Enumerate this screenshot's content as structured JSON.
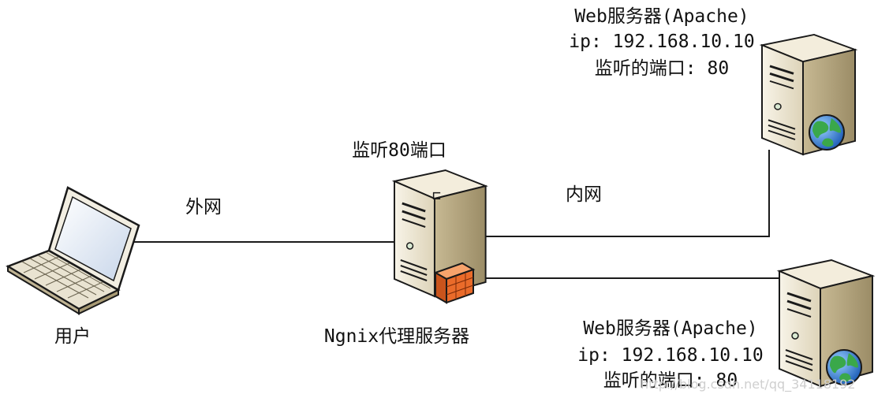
{
  "labels": {
    "user": "用户",
    "external_net": "外网",
    "internal_net": "内网",
    "proxy_listen": "监听80端口",
    "proxy_name": "Ngnix代理服务器"
  },
  "servers": [
    {
      "title": "Web服务器(Apache)",
      "ip": "ip: 192.168.10.10",
      "port": "监听的端口: 80"
    },
    {
      "title": "Web服务器(Apache)",
      "ip": "ip: 192.168.10.10",
      "port": "监听的端口: 80"
    }
  ],
  "watermark": "http://blog.csdn.net/qq_34118192",
  "colors": {
    "line": "#1a1a1a",
    "server_body": "#efe8d4",
    "server_shade": "#b9ab86",
    "firewall": "#ea6b2a",
    "globe": "#2a6fc9"
  }
}
